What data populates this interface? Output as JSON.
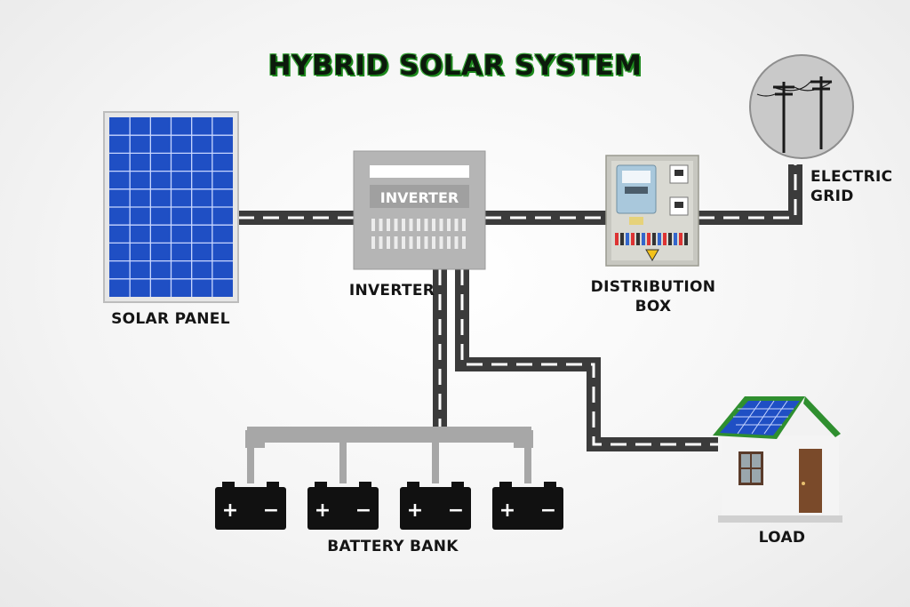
{
  "title": "HYBRID SOLAR SYSTEM",
  "components": {
    "solar_panel": "SOLAR PANEL",
    "inverter_face": "INVERTER",
    "inverter_label": "INVERTER",
    "distribution_line1": "DISTRIBUTION",
    "distribution_line2": "BOX",
    "grid_line1": "ELECTRIC",
    "grid_line2": "GRID",
    "battery_bank": "BATTERY BANK",
    "load": "LOAD"
  },
  "battery_terminals": {
    "plus": "+",
    "minus": "−"
  },
  "colors": {
    "panel_blue": "#1f4fc4",
    "cable_dark": "#3b3b3b",
    "cable_dash": "#ffffff",
    "roof_green": "#2f8f2f",
    "title_green": "#1d8a1d"
  },
  "icons": [
    "solar-panel-icon",
    "inverter-icon",
    "distribution-box-icon",
    "power-pole-icon",
    "battery-icon",
    "house-icon"
  ]
}
